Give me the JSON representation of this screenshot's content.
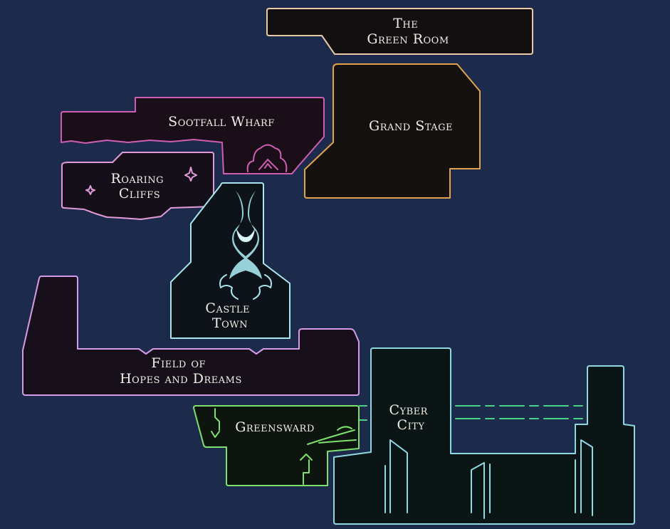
{
  "map": {
    "regions": [
      {
        "id": "green-room",
        "lines": [
          "The",
          "Green Room"
        ],
        "fill": "#120f10",
        "stroke": "#e7c9a4"
      },
      {
        "id": "grand-stage",
        "lines": [
          "Grand Stage"
        ],
        "fill": "#14110e",
        "stroke": "#e2a24a"
      },
      {
        "id": "sootfall-wharf",
        "lines": [
          "Sootfall Wharf"
        ],
        "fill": "#1a0e18",
        "stroke": "#cf5eb3"
      },
      {
        "id": "roaring-cliffs",
        "lines": [
          "Roaring",
          "Cliffs"
        ],
        "fill": "#150f19",
        "stroke": "#e29bd9"
      },
      {
        "id": "castle-town",
        "lines": [
          "Castle",
          "Town"
        ],
        "fill": "#0d1318",
        "stroke": "#a6e6ec"
      },
      {
        "id": "field-of-hopes",
        "lines": [
          "Field of",
          "Hopes and Dreams"
        ],
        "fill": "#170f1a",
        "stroke": "#d79ae8"
      },
      {
        "id": "greensward",
        "lines": [
          "Greensward"
        ],
        "fill": "#0d150e",
        "stroke": "#7ee06d"
      },
      {
        "id": "cyber-city",
        "lines": [
          "Cyber",
          "City"
        ],
        "fill": "#0c1516",
        "stroke": "#8ed8e2"
      }
    ]
  }
}
